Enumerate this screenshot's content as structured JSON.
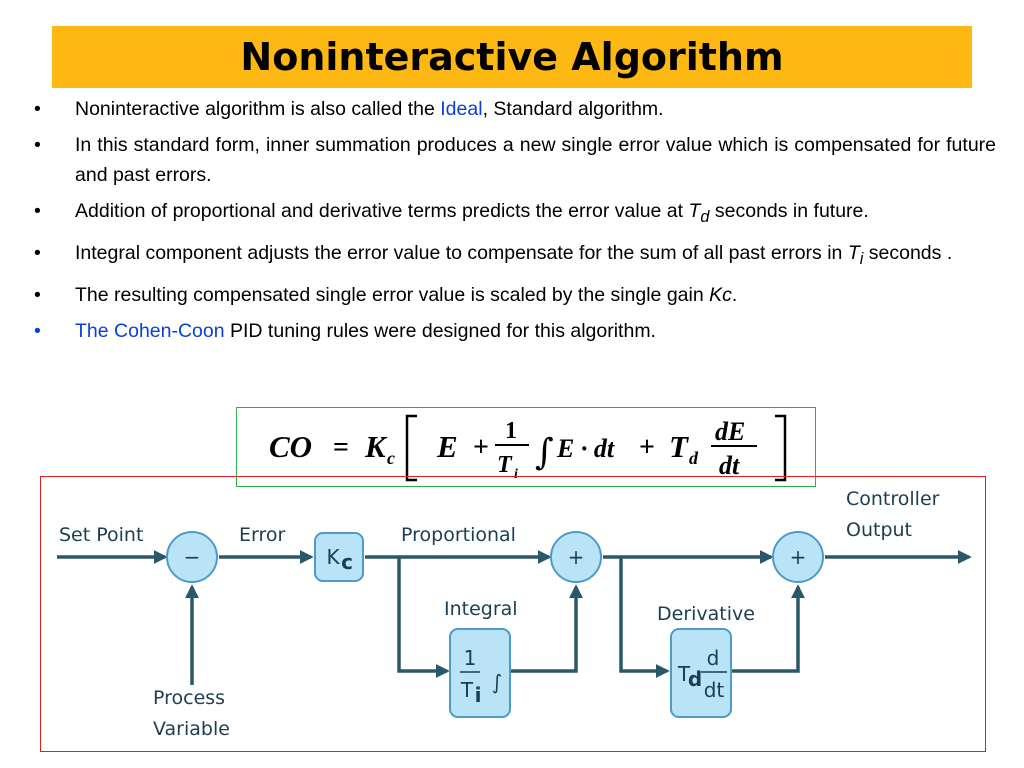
{
  "slide": {
    "title": "Noninteractive Algorithm"
  },
  "bullets": [
    {
      "pre": "Noninteractive algorithm is also called the ",
      "hl": "Ideal",
      "post": ", Standard  algorithm."
    },
    {
      "text": "In this standard form, inner summation produces a new single error value which is compensated for future and past errors."
    },
    {
      "pre": "Addition of proportional and derivative terms predicts the error value at ",
      "var": "T",
      "sub": "d",
      "post": " seconds in future."
    },
    {
      "pre": "Integral component adjusts the error value to compensate for the sum of all past errors in ",
      "var": "T",
      "sub": "i",
      "post": " seconds ."
    },
    {
      "pre": "The resulting compensated single error value is scaled by the single gain ",
      "var": "Kc",
      "post": "."
    },
    {
      "hl": "The Cohen-Coon",
      "post": " PID tuning rules were designed for this algorithm."
    }
  ],
  "equation": {
    "lhs": "CO",
    "eq": "=",
    "gain": "K",
    "gain_sub": "c",
    "term1": "E",
    "plus": "+",
    "frac_num": "1",
    "frac_den": "T",
    "frac_den_sub": "i",
    "integral": "∫",
    "integrand": "E · dt",
    "td": "T",
    "td_sub": "d",
    "deriv_num": "dE",
    "deriv_den": "dt"
  },
  "diagram": {
    "set_point": "Set Point",
    "error": "Error",
    "proportional": "Proportional",
    "integral": "Integral",
    "derivative": "Derivative",
    "controller_output_1": "Controller",
    "controller_output_2": "Output",
    "process_1": "Process",
    "process_2": "Variable",
    "minus": "−",
    "plus": "+",
    "kc": "K",
    "kc_sub": "c",
    "one": "1",
    "ti": "T",
    "ti_sub": "i",
    "integral_sign": "∫",
    "td": "T",
    "td_sub": "d",
    "d": "d",
    "dt": "dt"
  },
  "colors": {
    "title_bg": "#fdb813",
    "highlight_blue": "#0b3fd6",
    "diagram_line": "#2a5868",
    "node_fill": "#b9e4f7",
    "eq_border": "#2bb34a",
    "diagram_border": "#e02020"
  }
}
